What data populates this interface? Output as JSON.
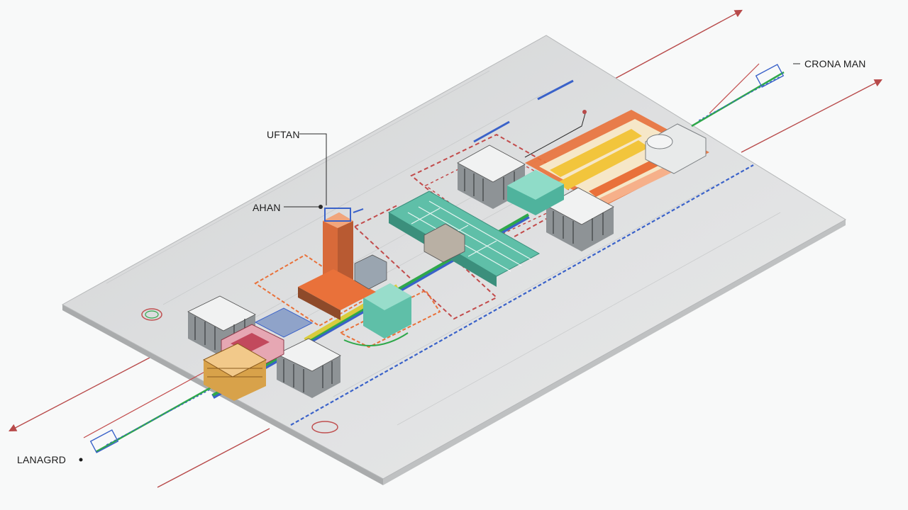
{
  "labels": {
    "top_right": "CRONA MAN",
    "upper": "UFTAN",
    "middle": "AHAN",
    "bottom_left": "LANAGRD"
  },
  "colors": {
    "slab": "#dcdddd",
    "slab_edge": "#a9abac",
    "orange": "#e9713a",
    "teal": "#5fbfa8",
    "green": "#2fa84a",
    "blue": "#3a62c9",
    "yellow": "#f2c53c",
    "red_arrow": "#b84a4a",
    "server_gray": "#8e9396"
  }
}
